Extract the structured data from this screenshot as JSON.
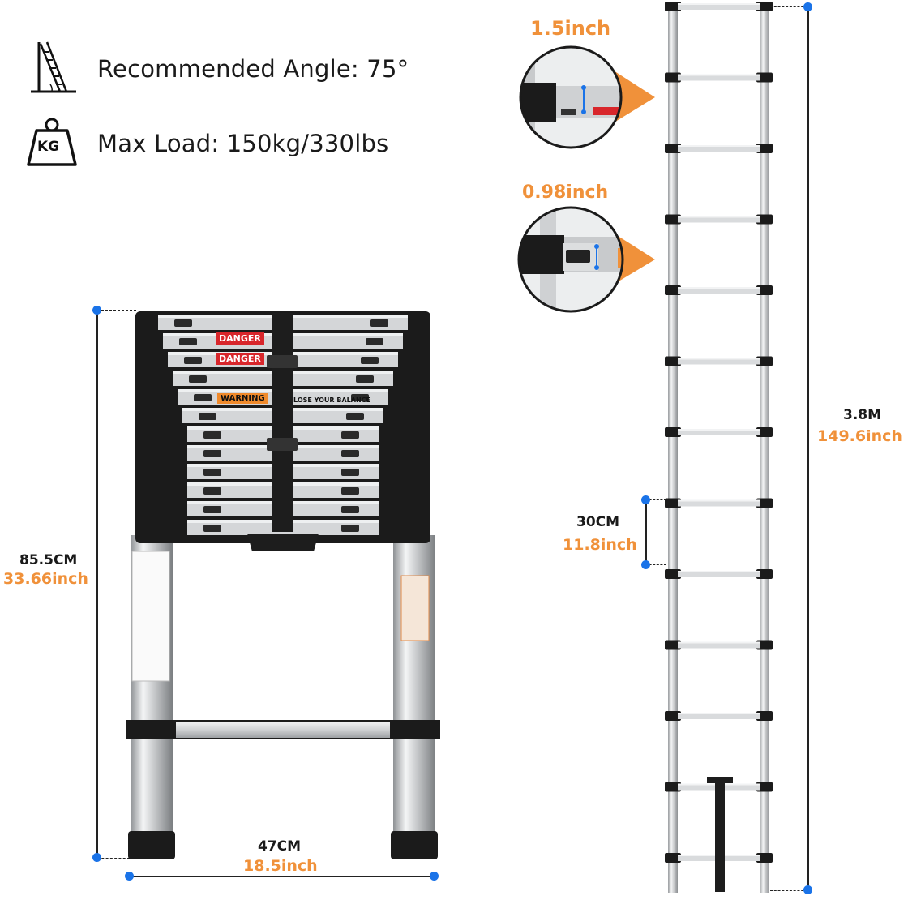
{
  "specs": {
    "angle_text": "Recommended Angle: 75°",
    "load_text": "Max Load: 150kg/330lbs",
    "kg_icon_text": "KG"
  },
  "dimensions": {
    "closed_height_cm": "85.5CM",
    "closed_height_inch": "33.66inch",
    "width_cm": "47CM",
    "width_inch": "18.5inch",
    "extended_height_m": "3.8M",
    "extended_height_inch": "149.6inch",
    "rung_spacing_cm": "30CM",
    "rung_spacing_inch": "11.8inch",
    "rung_depth_inch": "1.5inch",
    "rung_thickness_inch": "0.98inch"
  },
  "labels": {
    "danger": "DANGER",
    "warning": "WARNING",
    "lose_balance": "LOSE YOUR BALANCE"
  },
  "colors": {
    "accent_orange": "#f0913a",
    "dimension_blue": "#1a73e8",
    "aluminum": "#d4d6d8",
    "black_cap": "#1b1b1b"
  }
}
